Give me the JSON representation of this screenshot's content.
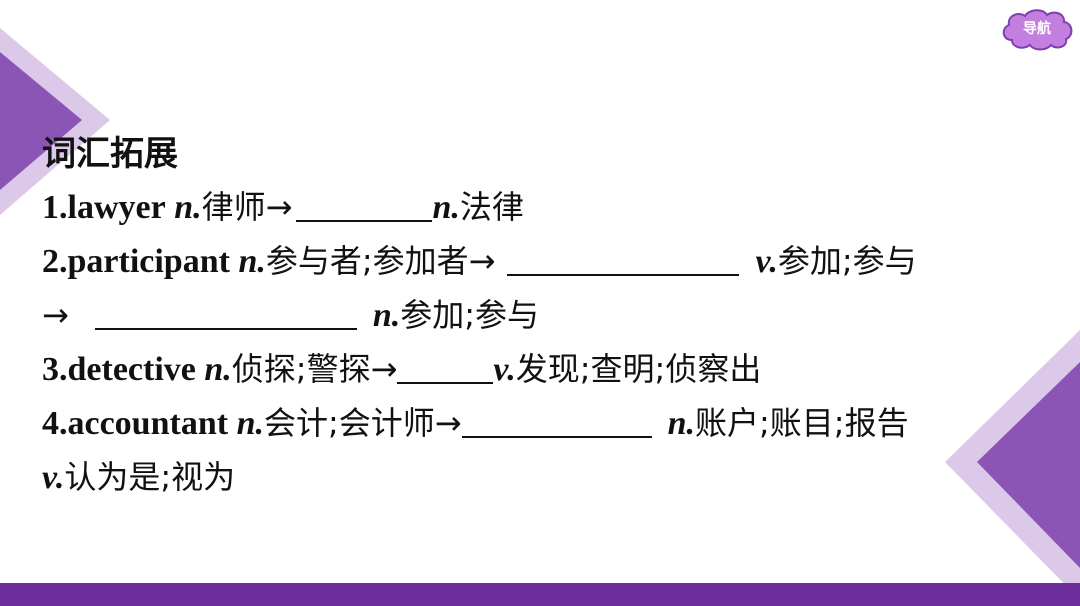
{
  "nav": {
    "label": "导航"
  },
  "colors": {
    "accent": "#6e2f9e",
    "nav_fill": "#c37fe0"
  },
  "heading": "词汇拓展",
  "items": {
    "i1": {
      "word": "1.lawyer",
      "pos1": "n.",
      "def1": "律师→",
      "pos2": "n.",
      "def2": "法律"
    },
    "i2": {
      "word": "2.participant",
      "pos1": "n.",
      "def1": "参与者;参加者→",
      "pos2": "v.",
      "def2": "参加;参与",
      "arrow": "→",
      "pos3": "n.",
      "def3": "参加;参与"
    },
    "i3": {
      "word": "3.detective",
      "pos1": "n.",
      "def1": "侦探;警探→",
      "pos2": "v.",
      "def2": "发现;查明;侦察出"
    },
    "i4": {
      "word": "4.accountant",
      "pos1": "n.",
      "def1": "会计;会计师→",
      "pos2": "n.",
      "def2": "账户;账目;报告",
      "pos3": "v.",
      "def3": "认为是;视为"
    }
  }
}
